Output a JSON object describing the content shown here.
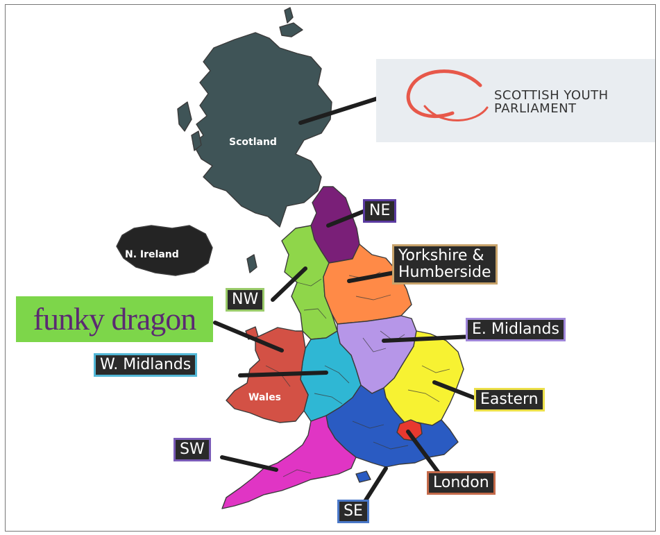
{
  "map": {
    "regions": {
      "scotland": "Scotland",
      "n_ireland": "N. Ireland",
      "wales": "Wales"
    },
    "labels": {
      "ne": "NE",
      "nw": "NW",
      "yorkshire_line1": "Yorkshire &",
      "yorkshire_line2": "Humberside",
      "e_midlands": "E. Midlands",
      "w_midlands": "W. Midlands",
      "eastern": "Eastern",
      "sw": "SW",
      "london": "London",
      "se": "SE"
    },
    "logos": {
      "syp_line1": "SCOTTISH YOUTH",
      "syp_line2": "PARLIAMENT",
      "dragon": "funky dragon"
    },
    "colors": {
      "scotland": "#3f5457",
      "n_ireland": "#242424",
      "ne": "#7a1f78",
      "nw": "#8fd64a",
      "yorkshire": "#ff8a47",
      "e_midlands": "#b696e8",
      "w_midlands": "#2fb7d4",
      "eastern": "#f7f232",
      "wales": "#d35145",
      "sw": "#e035c4",
      "se": "#2a5bc2",
      "london": "#e8392f"
    }
  }
}
